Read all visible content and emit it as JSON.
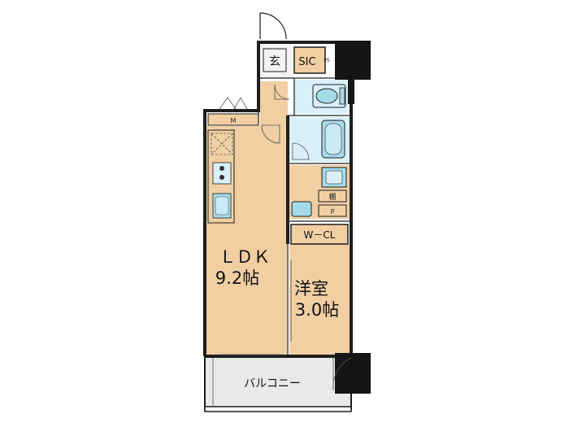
{
  "rooms": {
    "ldk": {
      "name": "ＬＤＫ",
      "size": "9.2帖"
    },
    "western": {
      "name": "洋室",
      "size": "3.0帖"
    },
    "wcl": {
      "name": "W－CL"
    },
    "sic": {
      "name": "SIC"
    },
    "genkan": {
      "name": "玄"
    },
    "balcony": {
      "name": "バルコニー"
    },
    "storage_m": {
      "name": "M"
    },
    "shelf": {
      "name": "棚"
    },
    "ps_top": {
      "name": "PS"
    },
    "ps_bottom": {
      "name": "P"
    }
  },
  "colors": {
    "floor": "#f1cfa3",
    "wet_area": "#d9f0f8",
    "fixture": "#a5dbe9",
    "balcony": "#e9e9e9",
    "column": "#151515",
    "wall": "#1e1e1e",
    "storage": "#f1cfa3"
  }
}
